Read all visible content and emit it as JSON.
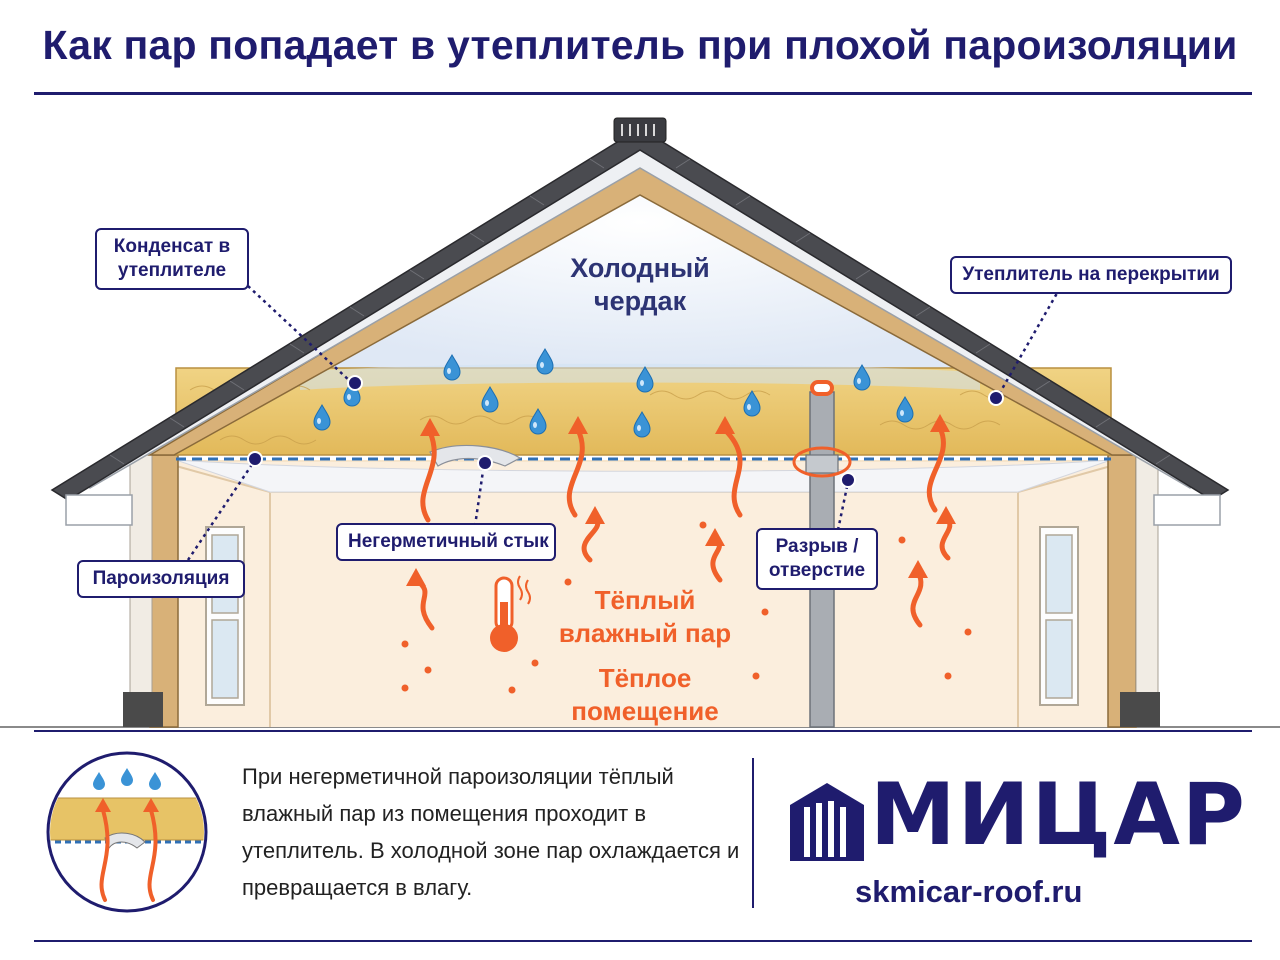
{
  "title": "Как пар попадает в утеплитель при плохой пароизоляции",
  "zones": {
    "cold": "Холодный чердак",
    "vapor": "Тёплый влажный пар",
    "room": "Тёплое помещение"
  },
  "callouts": {
    "condensate": "Конденсат в утеплителе",
    "ceiling_insulation": "Утеплитель на перекрытии",
    "leaky_joint": "Негерметичный стык",
    "vapor_barrier": "Пароизоляция",
    "rupture": "Разрыв / отверстие"
  },
  "explanation": "При негерметичной пароизоляции тёплый влажный пар из помещения проходит в утеплитель. В холодной зоне пар охлаждается и превращается в влагу.",
  "brand": {
    "name": "МИЦАР",
    "site": "skmicar-roof.ru"
  },
  "colors": {
    "brand": "#1f1c6e",
    "vapor": "#f0602a",
    "insulation": "#e8c46a",
    "droplet": "#3a93d6",
    "wall": "#f8e9d2"
  },
  "icons": [
    "thermometer-icon",
    "water-droplet-icon",
    "vapor-arrow-icon",
    "roof-vent-icon",
    "brand-logo-icon"
  ]
}
